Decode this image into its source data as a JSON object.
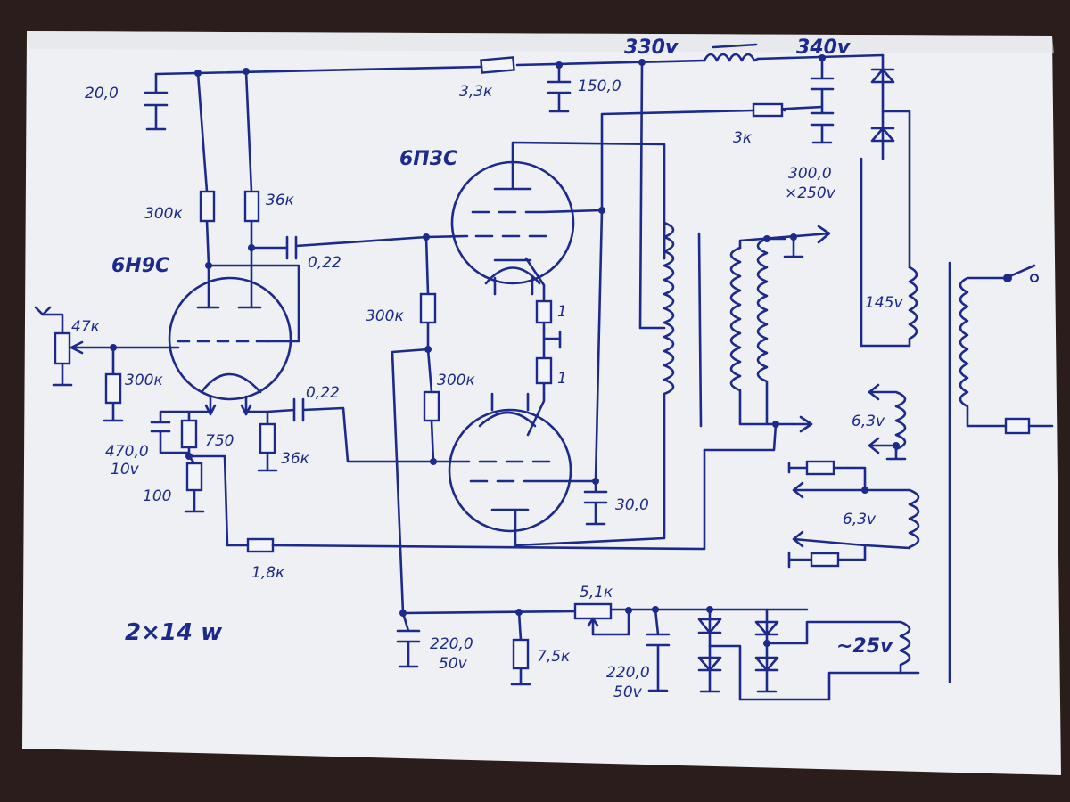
{
  "tubes": {
    "driver": "6Н9С",
    "output": "6П3С"
  },
  "title_note": "2×14 w",
  "rails": {
    "b_plus_1": "330v",
    "b_plus_2": "340v"
  },
  "components": {
    "c_top_left": "20,0",
    "r_dropper": "3,3к",
    "c_filter1": "150,0",
    "r_3k": "3к",
    "c_filter2": "300,0",
    "c_filter2_v": "×250v",
    "r_plate1": "300к",
    "r_plate2": "36к",
    "c_couple1": "0,22",
    "pot_volume": "47к",
    "r_grid_driver": "300к",
    "r_grid_out1": "300к",
    "r_grid_out2": "300к",
    "r_g2_a": "1",
    "r_g2_b": "1",
    "c_couple2": "0,22",
    "c_cathode": "470,0",
    "c_cathode_v": "10v",
    "r_cathode": "750",
    "r_cathode2": "100",
    "r_36k_b": "36к",
    "r_feedback": "1,8к",
    "c_out_cathode": "30,0",
    "c_bias1": "220,0",
    "c_bias1_v": "50v",
    "r_bias_div": "7,5к",
    "pot_bias": "5,1к",
    "c_bias2": "220,0",
    "c_bias2_v": "50v"
  },
  "transformer": {
    "hv": "145v",
    "heater1": "6,3v",
    "heater2": "6,3v",
    "bias_winding": "~25v"
  }
}
